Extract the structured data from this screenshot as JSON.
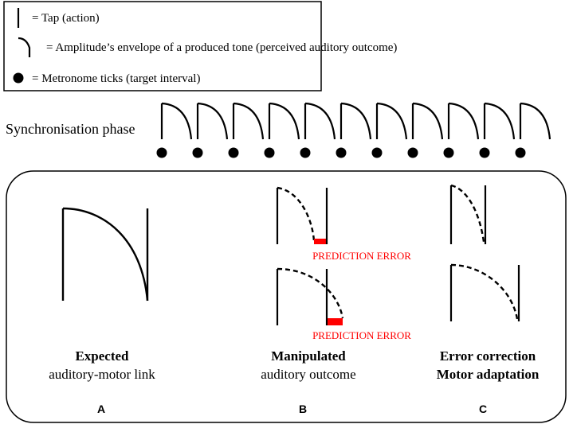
{
  "legend": {
    "items": [
      {
        "icon": "tap-line-icon",
        "text": "= Tap (action)"
      },
      {
        "icon": "envelope-curve-icon",
        "text": "= Amplitude’s envelope of a produced tone (perceived auditory outcome)"
      },
      {
        "icon": "metronome-dot-icon",
        "text": "= Metronome ticks (target interval)"
      }
    ]
  },
  "sync_phase": {
    "label": "Synchronisation phase",
    "tick_count": 11
  },
  "panels": {
    "a": {
      "letter": "A",
      "title": "Expected",
      "subtitle": "auditory-motor link"
    },
    "b": {
      "letter": "B",
      "title": "Manipulated",
      "subtitle": "auditory outcome",
      "error_label_top": "PREDICTION ERROR",
      "error_label_bottom": "PREDICTION ERROR"
    },
    "c": {
      "letter": "C",
      "title_line1": "Error correction",
      "title_line2": "Motor adaptation"
    }
  },
  "colors": {
    "stroke": "#000000",
    "error": "#ff0000"
  }
}
